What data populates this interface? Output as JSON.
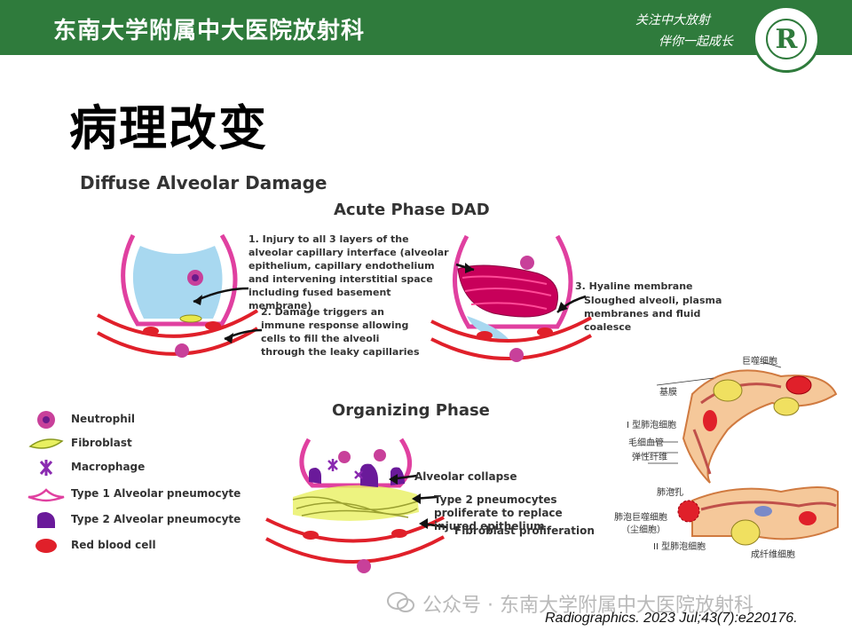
{
  "header": {
    "title": "东南大学附属中大医院放射科",
    "slogan_line1": "关注中大放射",
    "slogan_line2": "伴你一起成长",
    "logo_letter": "R"
  },
  "slide": {
    "title": "病理改变"
  },
  "figure": {
    "title": "Diffuse Alveolar Damage",
    "acute_phase": {
      "title": "Acute Phase DAD",
      "note1": "1. Injury to all 3 layers of the alveolar capillary interface (alveolar epithelium, capillary endothelium and intervening interstitial space including fused basement membrane)",
      "note2": "2. Damage triggers an immune response allowing cells to fill the alveoli through the leaky capillaries",
      "note3_title": "3. Hyaline membrane",
      "note3_body": "Sloughed alveoli, plasma membranes and fluid coalesce"
    },
    "organizing_phase": {
      "title": "Organizing Phase",
      "note1": "Alveolar collapse",
      "note2": "Type 2 pneumocytes proliferate to replace injured epithelium",
      "note3": "Fibroblast proliferation"
    },
    "legend": [
      {
        "label": "Neutrophil",
        "icon": "neutrophil-icon"
      },
      {
        "label": "Fibroblast",
        "icon": "fibroblast-icon"
      },
      {
        "label": "Macrophage",
        "icon": "macrophage-icon"
      },
      {
        "label": "Type 1 Alveolar pneumocyte",
        "icon": "type1-pneumocyte-icon"
      },
      {
        "label": "Type 2 Alveolar pneumocyte",
        "icon": "type2-pneumocyte-icon"
      },
      {
        "label": "Red blood cell",
        "icon": "red-blood-cell-icon"
      }
    ]
  },
  "anatomy": {
    "labels": {
      "macrophage": "巨噬细胞",
      "basement_membrane": "基膜",
      "type1_cell": "I 型肺泡细胞",
      "capillary": "毛细血管",
      "elastic_fiber": "弹性纤维",
      "alveolar_pore": "肺泡孔",
      "alveolar_macrophage": "肺泡巨噬细胞",
      "dust_cell": "（尘细胞）",
      "type2_cell": "II 型肺泡细胞",
      "fibroblast": "成纤维细胞"
    }
  },
  "watermark": "公众号 · 东南大学附属中大医院放射科",
  "citation": "Radiographics. 2023 Jul;43(7):e220176.",
  "colors": {
    "header_green": "#2f7b3c",
    "alveolar_pink": "#e040a0",
    "fluid_blue": "#a8d8f0",
    "hyaline_magenta": "#c8005a",
    "rbc_red": "#e0202a",
    "fibroblast_yellow": "#e8e84a",
    "type2_purple": "#6a1a9a"
  }
}
